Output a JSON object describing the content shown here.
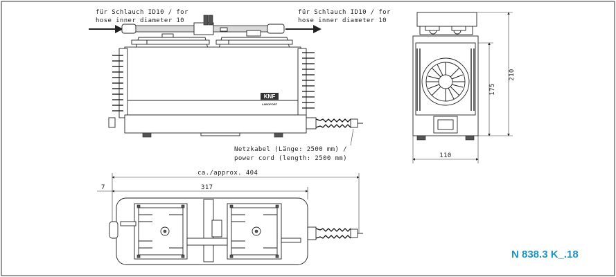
{
  "labels": {
    "inlet_de": "für Schlauch ID10 / for",
    "inlet_en": "hose inner diameter 10",
    "outlet_de": "für Schlauch ID10 / for",
    "outlet_en": "hose inner diameter 10",
    "cable_de": "Netzkabel (Länge: 2500 mm) /",
    "cable_en": "power cord (length: 2500 mm)",
    "logo_text": "KNF",
    "laboport_text": "LABOPORT"
  },
  "dimensions": {
    "overall_length": "ca./approx. 404",
    "body_length": "317",
    "offset": "7",
    "height_body": "175",
    "height_total": "210",
    "width": "110"
  },
  "model": "N 838.3 K_.18",
  "colors": {
    "model_text": "#1c93c7",
    "frame": "#555555"
  }
}
